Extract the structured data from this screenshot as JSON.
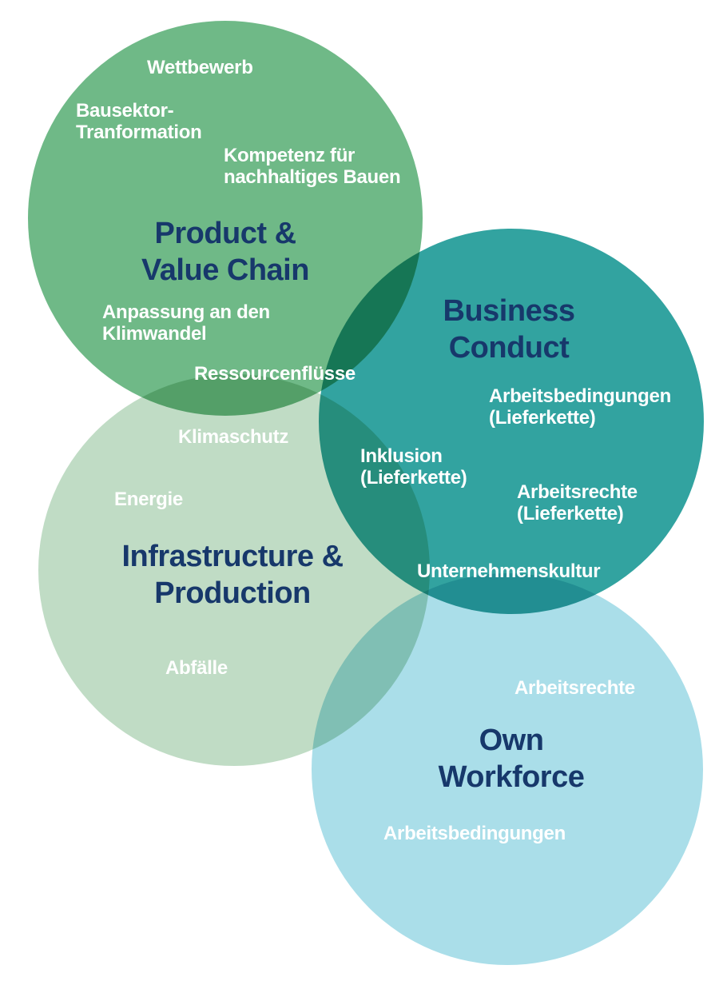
{
  "theme": {
    "background": "#FFFFFF",
    "title_color": "#17386B",
    "label_color": "#FFFFFF"
  },
  "circles": {
    "product": {
      "title": "Product &\nValue Chain",
      "color": "#6FB987",
      "labels": {
        "wettbewerb": "Wettbewerb",
        "bausektor": "Bausektor-\nTranformation",
        "kompetenz": "Kompetenz für\nnachhaltiges Bauen",
        "anpassung": "Anpassung an den\nKlimwandel",
        "ressourcenfluesse": "Ressourcenflüsse"
      }
    },
    "business": {
      "title": "Business\nConduct",
      "color": "#32A3A0",
      "labels": {
        "arbeitsbedingungen_lieferkette": "Arbeitsbedingungen\n(Lieferkette)",
        "inklusion_lieferkette": "Inklusion\n(Lieferkette)",
        "arbeitsrechte_lieferkette": "Arbeitsrechte\n(Lieferkette)",
        "unternehmenskultur": "Unternehmenskultur"
      }
    },
    "infrastructure": {
      "title": "Infrastructure &\nProduction",
      "color": "#C0DCC5",
      "labels": {
        "klimaschutz": "Klimaschutz",
        "energie": "Energie",
        "abfaelle": "Abfälle"
      }
    },
    "workforce": {
      "title": "Own\nWorkforce",
      "color": "#AADEE9",
      "labels": {
        "arbeitsrechte": "Arbeitsrechte",
        "arbeitsbedingungen": "Arbeitsbedingungen"
      }
    }
  }
}
